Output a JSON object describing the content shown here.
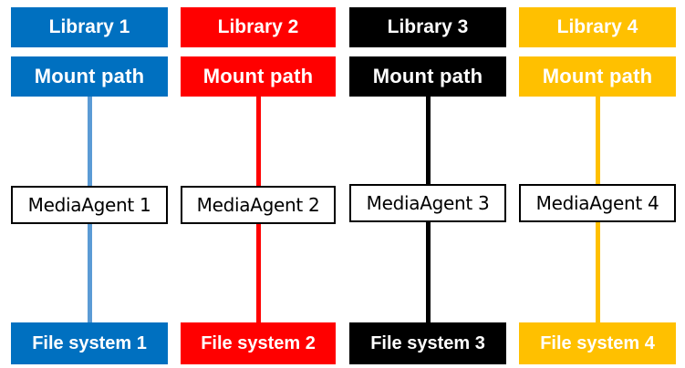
{
  "columns": [
    {
      "library": "Library 1",
      "mount_path": "Mount  path",
      "media_agent": "MediaAgent 1",
      "file_system": "File system  1",
      "color": "#0070c0",
      "line_color": "#5b9bd5"
    },
    {
      "library": "Library 2",
      "mount_path": "Mount path",
      "media_agent": "MediaAgent 2",
      "file_system": "File system 2",
      "color": "#ff0000",
      "line_color": "#ff0000"
    },
    {
      "library": "Library 3",
      "mount_path": "Mount  path",
      "media_agent": "MediaAgent 3",
      "file_system": "File system 3",
      "color": "#000000",
      "line_color": "#000000"
    },
    {
      "library": "Library 4",
      "mount_path": "Mount path",
      "media_agent": "MediaAgent 4",
      "file_system": "File system 4",
      "color": "#ffc000",
      "line_color": "#ffc000"
    }
  ]
}
